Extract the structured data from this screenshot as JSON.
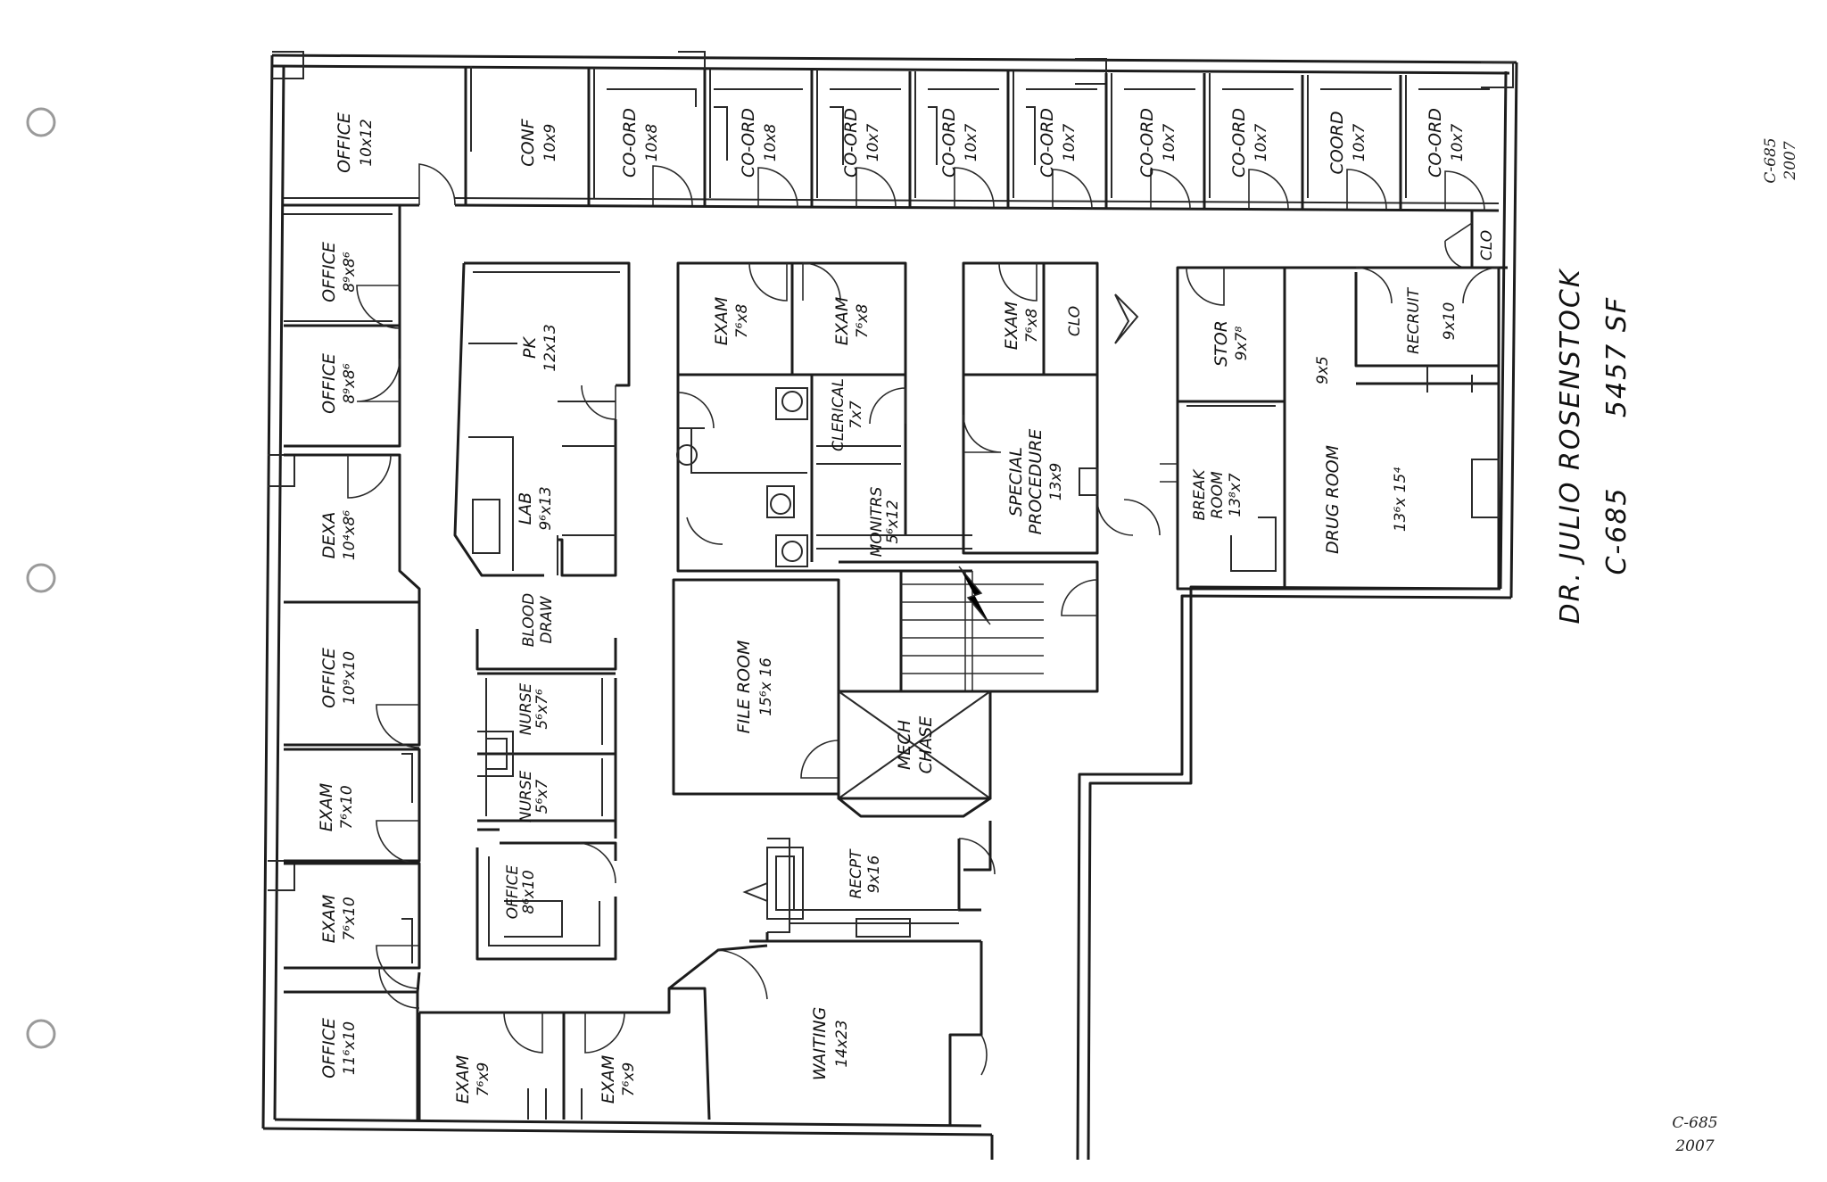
{
  "title": {
    "name": "DR. JULIO ROSENSTOCK",
    "code": "C-685",
    "area": "5457 SF"
  },
  "notes": {
    "top_code": "C-685",
    "top_year": "2007",
    "bottom_code": "C-685",
    "bottom_year": "2007"
  },
  "rooms": {
    "office_nw": {
      "name": "OFFICE",
      "dim": "10x12"
    },
    "conf": {
      "name": "CONF",
      "dim": "10x9"
    },
    "coord1": {
      "name": "CO-ORD",
      "dim": "10x8"
    },
    "coord2": {
      "name": "CO-ORD",
      "dim": "10x8"
    },
    "coord3": {
      "name": "CO-ORD",
      "dim": "10x7"
    },
    "coord4": {
      "name": "CO-ORD",
      "dim": "10x7"
    },
    "coord5": {
      "name": "CO-ORD",
      "dim": "10x7"
    },
    "coord6": {
      "name": "CO-ORD",
      "dim": "10x7"
    },
    "coord7": {
      "name": "CO-ORD",
      "dim": "10x7"
    },
    "coord8": {
      "name": "COORD",
      "dim": "10x7"
    },
    "coord9": {
      "name": "CO-ORD",
      "dim": "10x7"
    },
    "clo_ne": {
      "name": "CLO"
    },
    "office_w1": {
      "name": "OFFICE",
      "dim": "8⁹x8⁶"
    },
    "office_w2": {
      "name": "OFFICE",
      "dim": "8⁹x8⁶"
    },
    "dexa": {
      "name": "DEXA",
      "dim": "10⁴x8⁶"
    },
    "office_w3": {
      "name": "OFFICE",
      "dim": "10⁹x10"
    },
    "exam_w1": {
      "name": "EXAM",
      "dim": "7⁶x10"
    },
    "exam_w2": {
      "name": "EXAM",
      "dim": "7⁶x10"
    },
    "office_sw": {
      "name": "OFFICE",
      "dim": "11⁶x10"
    },
    "pk": {
      "name": "PK",
      "dim": "12x13"
    },
    "lab": {
      "name": "LAB",
      "dim": "9⁶x13"
    },
    "blood_draw": {
      "name": "BLOOD",
      "name2": "DRAW"
    },
    "nurse1": {
      "name": "NURSE",
      "dim": "5⁶x7⁶"
    },
    "nurse2": {
      "name": "NURSE",
      "dim": "5⁶x7"
    },
    "office_c": {
      "name": "OFFICE",
      "dim": "8⁶x10"
    },
    "exam_c1": {
      "name": "EXAM",
      "dim": "7⁶x8"
    },
    "exam_c2": {
      "name": "EXAM",
      "dim": "7⁶x8"
    },
    "clerical": {
      "name": "CLERICAL",
      "dim": "7x7"
    },
    "monitors": {
      "name": "MONITRS",
      "dim": "5⁶x12"
    },
    "exam_c3": {
      "name": "EXAM",
      "dim": "7⁶x8"
    },
    "clo_c": {
      "name": "CLO"
    },
    "special_proc": {
      "name": "SPECIAL",
      "name2": "PROCEDURE",
      "dim": "13x9"
    },
    "file_room": {
      "name": "FILE ROOM",
      "dim": "15⁶x 16"
    },
    "mech_chase": {
      "name": "MECH",
      "name2": "CHASE"
    },
    "recpt": {
      "name": "RECPT",
      "dim": "9x16"
    },
    "waiting": {
      "name": "WAITING",
      "dim": "14x23"
    },
    "exam_s1": {
      "name": "EXAM",
      "dim": "7⁶x9"
    },
    "exam_s2": {
      "name": "EXAM",
      "dim": "7⁶x9"
    },
    "stor": {
      "name": "STOR",
      "dim": "9x7⁸"
    },
    "recruit": {
      "name": "RECRUIT",
      "dim": "9x10"
    },
    "alcove": {
      "dim": "9x5"
    },
    "break_room": {
      "name": "BREAK",
      "name2": "ROOM",
      "dim": "13⁸x7"
    },
    "drug_room": {
      "name": "DRUG ROOM",
      "dim": "13⁶x 15⁴"
    }
  }
}
